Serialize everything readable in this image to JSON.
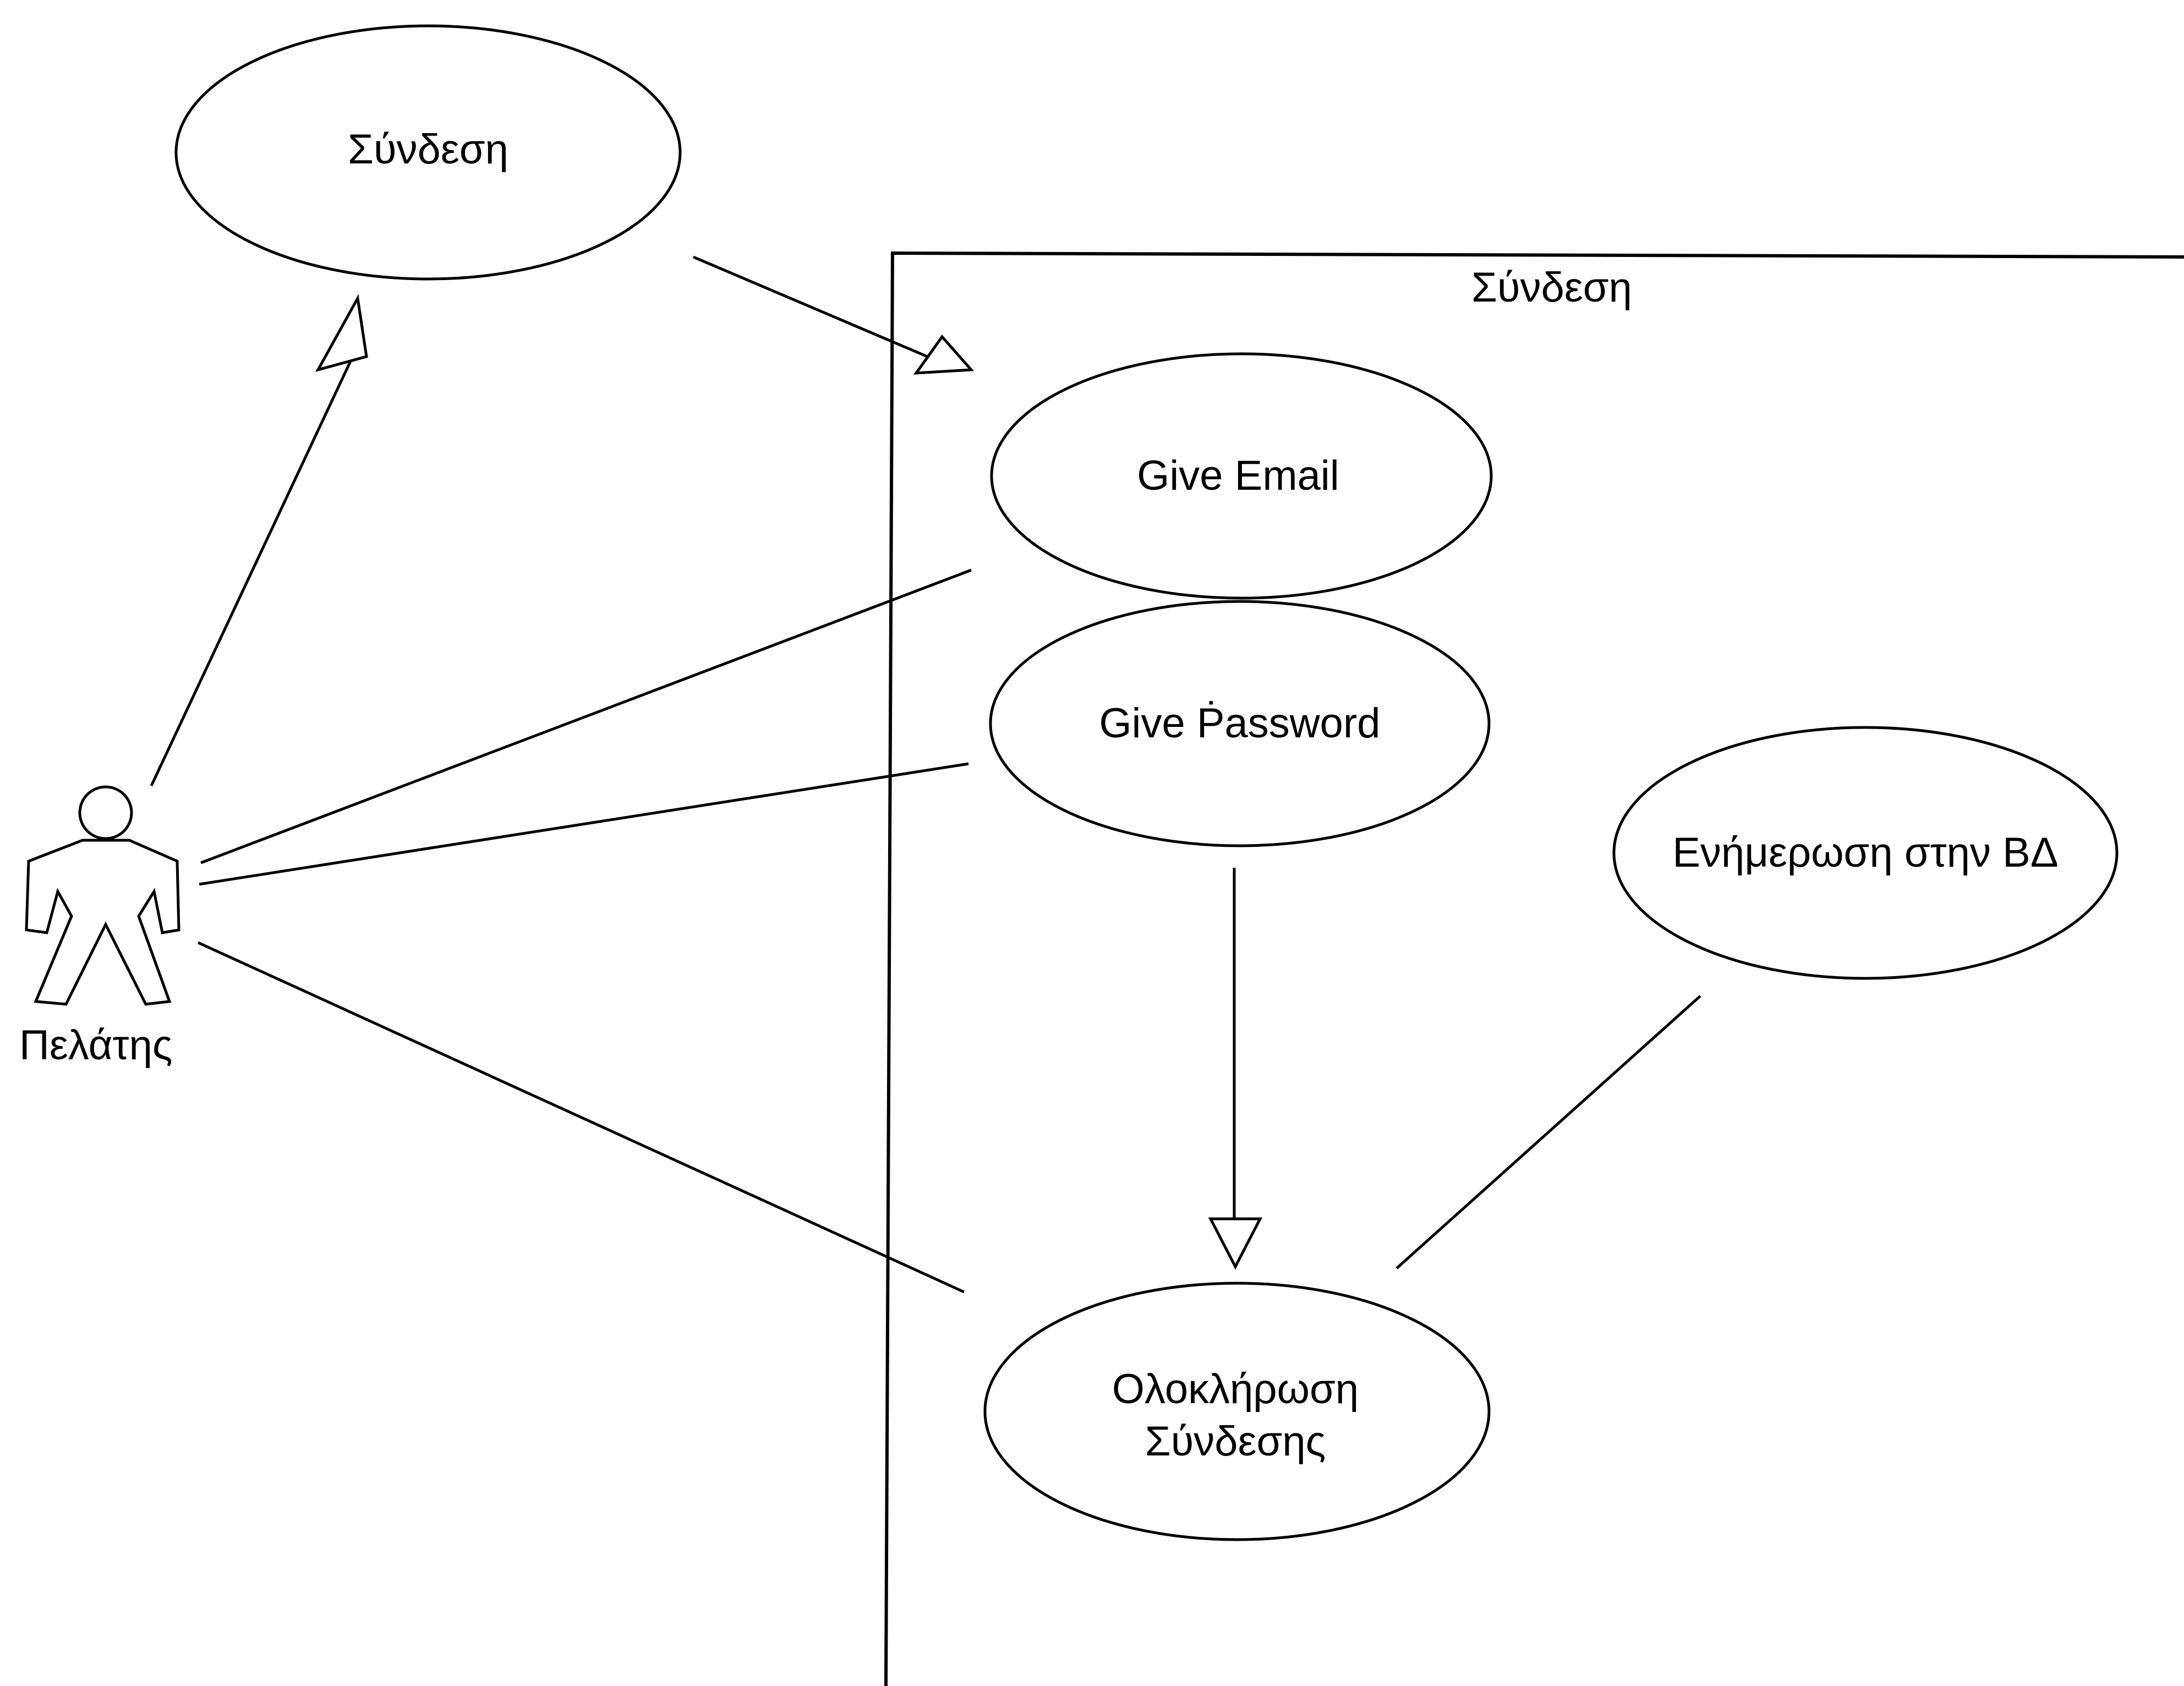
{
  "diagram": {
    "type": "use-case",
    "actor": {
      "label": "Πελάτης"
    },
    "top_use_case": {
      "label": "Σύνδεση"
    },
    "system_boundary": {
      "label": "Σύνδεση"
    },
    "use_cases": {
      "give_email": {
        "label": "Give Email"
      },
      "give_password": {
        "label": "Give Ṗassword"
      },
      "update_db": {
        "label": "Ενήμερωση στην ΒΔ"
      },
      "complete_login": {
        "line1": "Ολοκλήρωση",
        "line2": "Σύνδεσης"
      }
    }
  }
}
